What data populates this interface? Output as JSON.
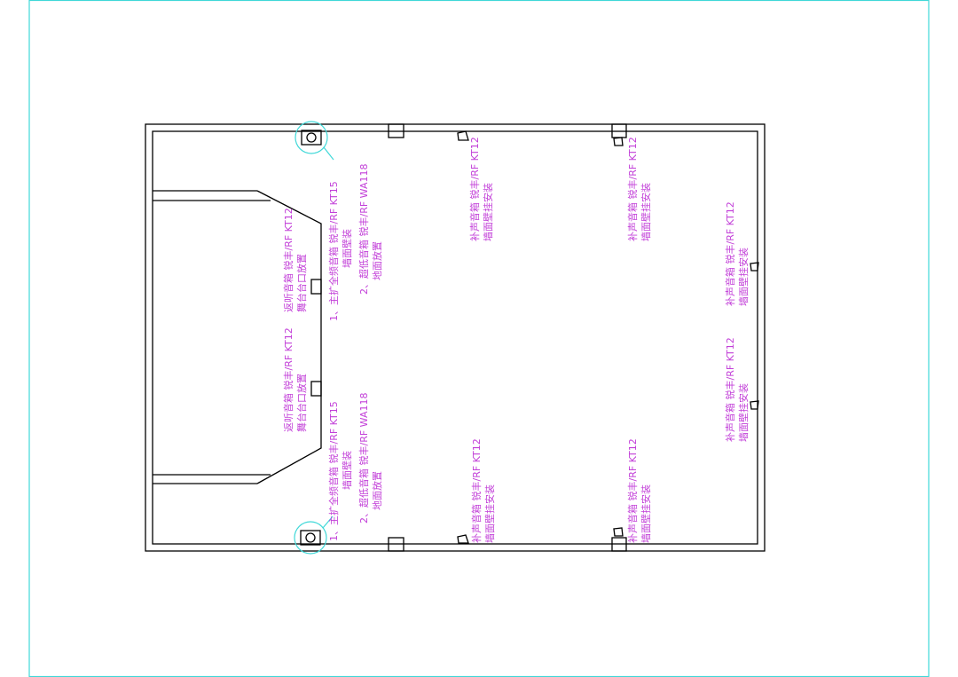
{
  "colors": {
    "annotation": "#c23fd8",
    "border": "#40d8d8",
    "walls": "#000000"
  },
  "labels": {
    "main_top": {
      "line1": "1、主扩全频音箱 锐丰/RF KT15",
      "line2": "墙面壁装"
    },
    "sub_top": {
      "line1": "2、超低音箱 锐丰/RF WA118",
      "line2": "地面放置"
    },
    "monitor_top": {
      "line1": "返听音箱 锐丰/RF KT12",
      "line2": "舞台台口放置"
    },
    "monitor_bottom": {
      "line1": "返听音箱 锐丰/RF KT12",
      "line2": "舞台台口放置"
    },
    "main_bottom": {
      "line1": "1、主扩全频音箱 锐丰/RF KT15",
      "line2": "墙面壁装"
    },
    "sub_bottom": {
      "line1": "2、超低音箱 锐丰/RF WA118",
      "line2": "地面放置"
    },
    "fill_top_left": {
      "line1": "补声音箱 锐丰/RF KT12",
      "line2": "墙面壁挂安装"
    },
    "fill_top_mid": {
      "line1": "补声音箱 锐丰/RF KT12",
      "line2": "墙面壁挂安装"
    },
    "fill_right_upper": {
      "line1": "补声音箱 锐丰/RF KT12",
      "line2": "墙面壁挂安装"
    },
    "fill_right_lower": {
      "line1": "补声音箱 锐丰/RF KT12",
      "line2": "墙面壁挂安装"
    },
    "fill_bottom_left": {
      "line1": "补声音箱 锐丰/RF KT12",
      "line2": "墙面壁挂安装"
    },
    "fill_bottom_mid": {
      "line1": "补声音箱 锐丰/RF KT12",
      "line2": "墙面壁挂安装"
    }
  }
}
